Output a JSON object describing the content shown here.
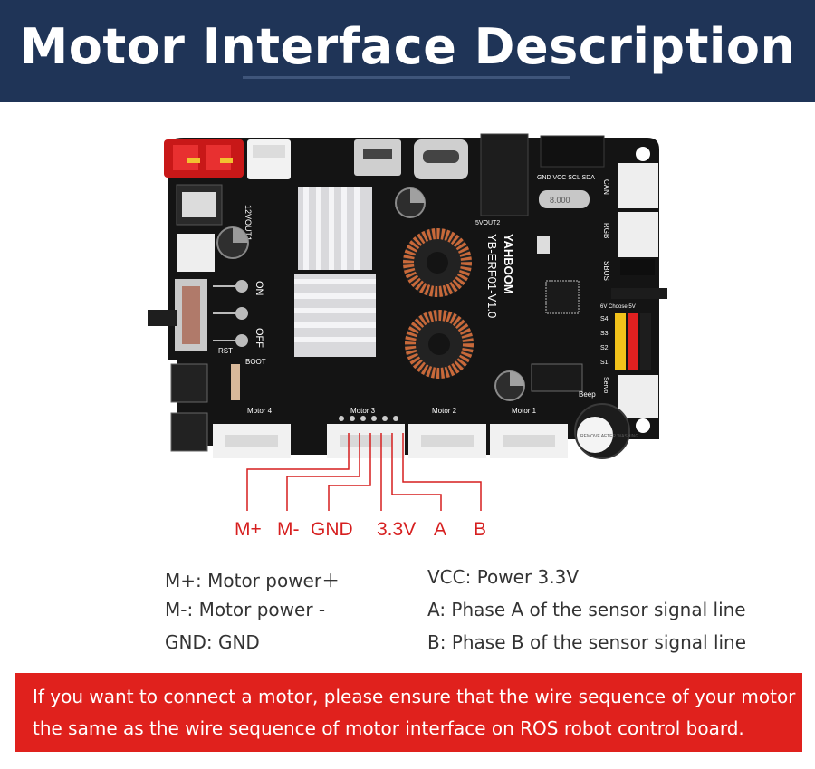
{
  "header": {
    "title": "Motor Interface Description"
  },
  "board": {
    "silkscreen": {
      "model": "YB-ERF01-V1.0",
      "brand": "YAHBOOM",
      "motor_ports": [
        "Motor 4",
        "Motor 3",
        "Motor 2",
        "Motor 1"
      ],
      "on": "ON",
      "off": "OFF",
      "boot": "BOOT",
      "rst": "RST",
      "beep": "Beep",
      "can": "CAN",
      "rgb": "RGB",
      "sbus": "SBUS",
      "servo_labels": [
        "S4",
        "S3",
        "S2",
        "S1"
      ],
      "choose": "6V  Choose 5V",
      "servo": "Servo",
      "header_pins": "GND VCC SCL SDA",
      "vout": "12VOUT1",
      "svout": "5VOUT2",
      "crystal": "8.000",
      "buzzer_text": "REMOVE AFTER WASHING"
    }
  },
  "pins": [
    "M+",
    "M-",
    "GND",
    "3.3V",
    "A",
    "B"
  ],
  "descriptions": {
    "left": [
      "M+: Motor power＋",
      "M-: Motor power -",
      "GND: GND"
    ],
    "right": [
      "VCC: Power 3.3V",
      "A: Phase A of the sensor signal line",
      "B: Phase B of the sensor signal line"
    ]
  },
  "notice": {
    "line1": "If you want to connect a motor, please ensure that the wire sequence of your motor is",
    "line2": "the same as the wire sequence of motor interface on ROS robot control board."
  },
  "colors": {
    "header_bg": "#1f3457",
    "accent_red": "#d61f1f",
    "notice_bg": "#e0211d",
    "board": "#141414"
  }
}
